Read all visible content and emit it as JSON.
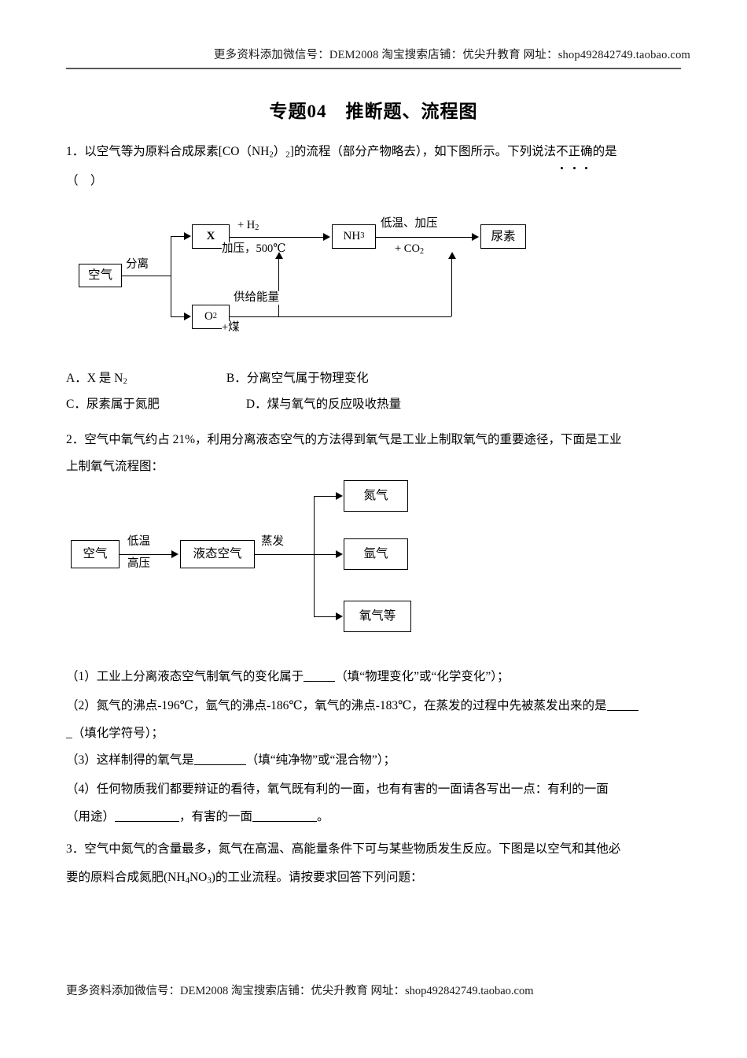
{
  "header": {
    "note": "更多资料添加微信号：DEM2008 淘宝搜索店铺：优尖升教育 网址：shop492842749.taobao.com"
  },
  "footer": {
    "note": "更多资料添加微信号：DEM2008 淘宝搜索店铺：优尖升教育 网址：shop492842749.taobao.com"
  },
  "title": "专题04　推断题、流程图",
  "q1": {
    "line1_a": "1．以空气等为原料合成尿素[CO（NH",
    "line1_sub1": "2",
    "line1_b": "）",
    "line1_sub2": "2",
    "line1_c": "]的流程（部分产物略去），如下图所示。下列说法",
    "line1_emph": "不正确",
    "line1_d": "的是",
    "line2": "（　）",
    "options": [
      {
        "label": "A．",
        "text_a": "X 是 N",
        "sub": "2",
        "text_b": ""
      },
      {
        "label": "B．",
        "text_a": "分离空气属于物理变化",
        "sub": "",
        "text_b": ""
      },
      {
        "label": "C．",
        "text_a": "尿素属于氮肥",
        "sub": "",
        "text_b": ""
      },
      {
        "label": "D．",
        "text_a": "煤与氧气的反应吸收热量",
        "sub": "",
        "text_b": ""
      }
    ],
    "flowchart": {
      "box_air": "空气",
      "box_x": "X",
      "box_o2_a": "O",
      "box_o2_sub": "2",
      "box_nh3_a": "NH",
      "box_nh3_sub": "3",
      "box_urea": "尿素",
      "label_separate": "分离",
      "label_h2_a": "+ H",
      "label_h2_sub": "2",
      "label_cond1": "加压，500℃",
      "label_cond2": "低温、加压",
      "label_co2_a": "+ CO",
      "label_co2_sub": "2",
      "label_energy": "供给能量",
      "label_coal": "+煤"
    }
  },
  "q2": {
    "stem_line1": "2．空气中氧气约占 21%，利用分离液态空气的方法得到氧气是工业上制取氧气的重要途径，下面是工业",
    "stem_line2": "上制氧气流程图：",
    "flowchart": {
      "box_air": "空气",
      "box_liquid_air": "液态空气",
      "box_n2": "氮气",
      "box_ar": "氩气",
      "box_o2": "氧气等",
      "label_lowtemp": "低温",
      "label_highpress": "高压",
      "label_evaporate": "蒸发"
    },
    "items": [
      {
        "pre": "（1）工业上分离液态空气制氧气的变化属于",
        "post": "（填“物理变化”或“化学变化”）；"
      },
      {
        "pre": "（2）氮气的沸点-196℃，氩气的沸点-186℃，氧气的沸点-183℃，在蒸发的过程中先被蒸发出来的是",
        "post": ""
      },
      {
        "pre": "_（填化学符号）；",
        "post": ""
      },
      {
        "pre": "（3）这样制得的氧气是",
        "post": "（填“纯净物”或“混合物”）；"
      },
      {
        "pre": "（4）任何物质我们都要辩证的看待，氧气既有利的一面，也有有害的一面请各写出一点：有利的一面",
        "post": ""
      },
      {
        "pre": "（用途）",
        "mid": "，有害的一面",
        "post": "。"
      }
    ]
  },
  "q3": {
    "line1": "3．空气中氮气的含量最多，氮气在高温、高能量条件下可与某些物质发生反应。下图是以空气和其他必",
    "line2_a": "要的原料合成氮肥(NH",
    "line2_sub1": "4",
    "line2_b": "NO",
    "line2_sub2": "3",
    "line2_c": ")的工业流程。请按要求回答下列问题："
  }
}
